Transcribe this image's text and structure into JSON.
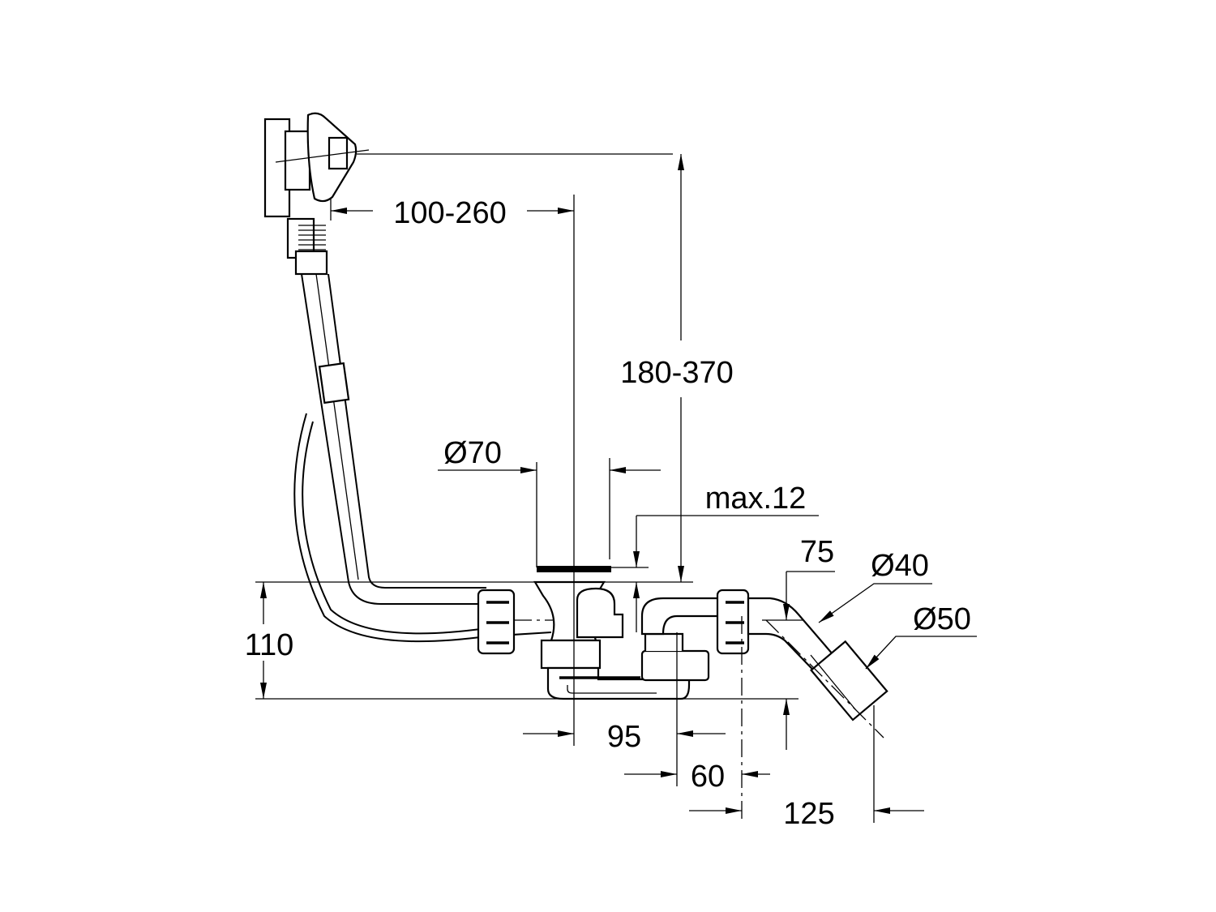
{
  "drawing": {
    "dimensions": {
      "overflow_offset": "100-260",
      "height_range": "180-370",
      "drain_diameter": "Ø70",
      "max_thickness": "max.12",
      "height": "110",
      "outlet_offset_a": "95",
      "outlet_offset_b": "60",
      "outlet_offset_c": "125",
      "outlet_height": "75",
      "outlet_diameter_small": "Ø40",
      "outlet_diameter_large": "Ø50"
    }
  }
}
